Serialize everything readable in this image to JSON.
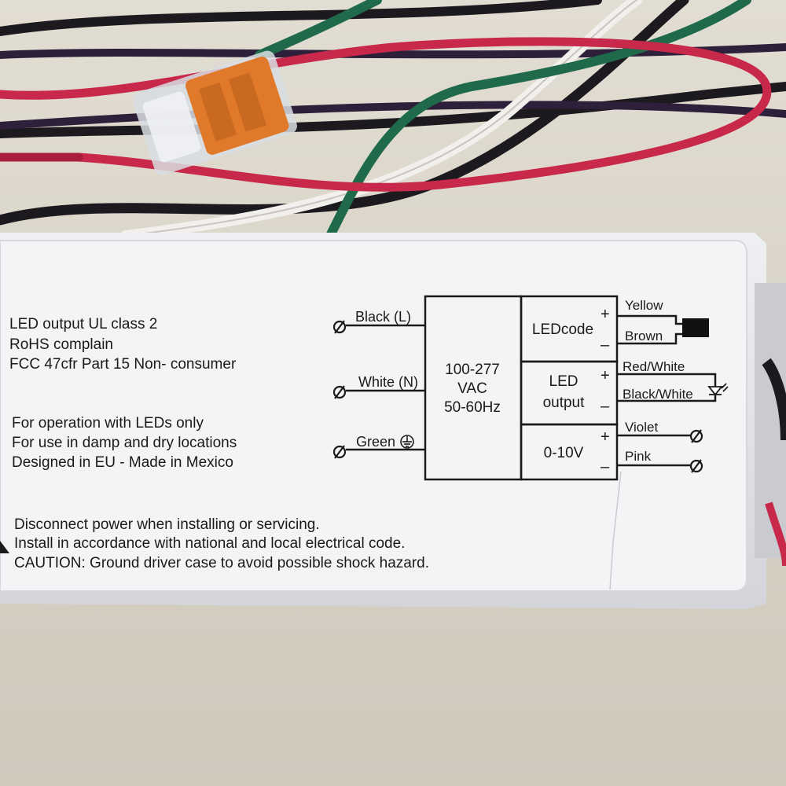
{
  "label": {
    "info_lines": [
      "LED output UL class 2",
      "RoHS complain",
      "FCC 47cfr Part 15 Non- consumer"
    ],
    "usage_lines": [
      "For operation with LEDs only",
      "For use in damp and dry locations",
      "Designed in EU - Made in Mexico"
    ],
    "warning_lines": [
      "Disconnect power when installing or servicing.",
      "Install in accordance with national and local electrical code.",
      "CAUTION: Ground driver case to avoid possible shock hazard."
    ],
    "diagram": {
      "input_wires": [
        "Black (L)",
        "White (N)",
        "Green"
      ],
      "input_block": [
        "100-277",
        "VAC",
        "50-60Hz"
      ],
      "ledcode_block": "LEDcode",
      "led_output_block": [
        "LED",
        "output"
      ],
      "dimming_block": "0-10V",
      "output_wires": [
        "Yellow",
        "Brown",
        "Red/White",
        "Black/White",
        "Violet",
        "Pink"
      ],
      "plus_sign": "+",
      "minus_sign": "–"
    }
  },
  "colors": {
    "wire_black": "#1c1a1e",
    "wire_white": "#f2f0ec",
    "wire_green": "#1f6a4a",
    "wire_red": "#c8284a",
    "wire_violet": "#2e1f3a",
    "connector_orange": "#e07a2a",
    "label_face": "#f4f4f6",
    "driver_case": "#e6e7ea",
    "table": "#d9d3c7"
  }
}
